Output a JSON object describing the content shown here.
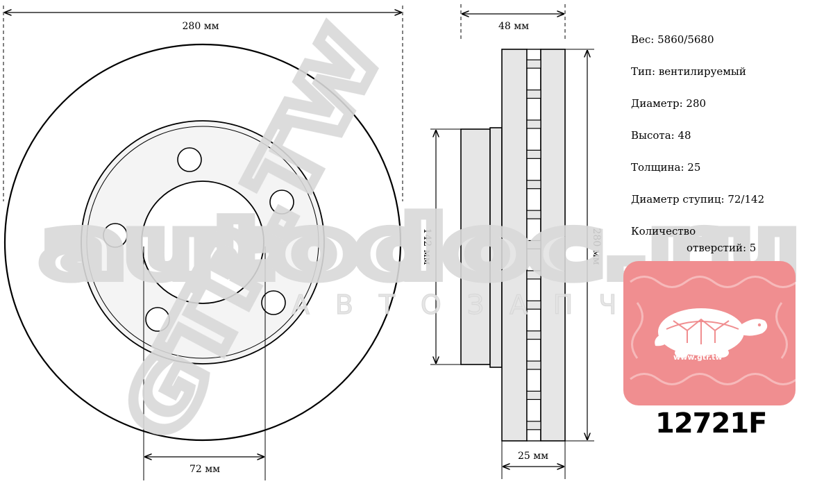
{
  "dimensions": {
    "outer_diameter": "280 мм",
    "total_height": "48 мм",
    "hub_diameter": "142 мм",
    "disc_height": "280 мм",
    "center_bore": "72 мм",
    "thickness": "25 мм"
  },
  "specs": {
    "weight": "Вес: 5860/5680",
    "type": "Тип: вентилируемый",
    "diameter": "Диаметр: 280",
    "height": "Высота: 48",
    "thickness": "Толщина: 25",
    "hub": "Диаметр ступиц: 72/142",
    "holes_line1": "Количество",
    "holes_line2": "отверстий: 5"
  },
  "part_number": "12721F",
  "badge": {
    "url": "www.gtr.tw",
    "fill_color": "#f08e90",
    "icon": "turtle-icon"
  },
  "watermarks": {
    "logo": "autodoc.ru",
    "tagline": "АВТОЗАПЧАСТИ",
    "diagonal": "GTR.TW"
  },
  "colors": {
    "line": "#000000",
    "section_fill": "#e6e6e6",
    "watermark": "#dcdcdc"
  }
}
